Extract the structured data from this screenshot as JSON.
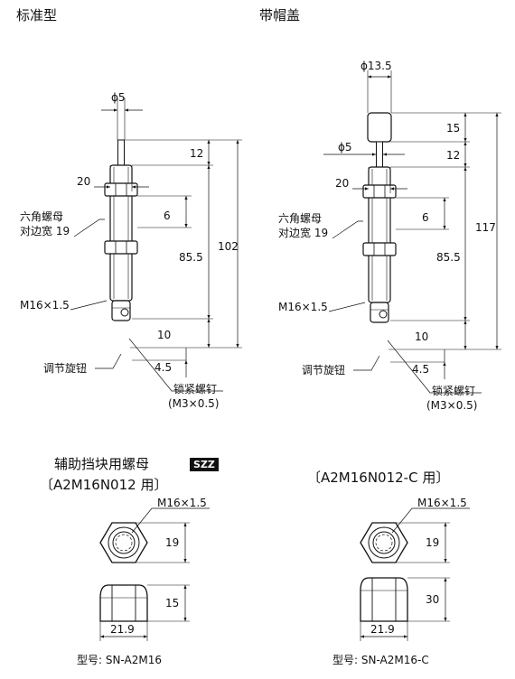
{
  "standard": {
    "title": "标准型",
    "phi5": "ϕ5",
    "d20": "20",
    "d12": "12",
    "d6": "6",
    "d85_5": "85.5",
    "d102": "102",
    "d10": "10",
    "d4_5": "4.5",
    "hex_nut_l1": "六角螺母",
    "hex_nut_l2": "对边宽 19",
    "thread": "M16×1.5",
    "adjust_knob": "调节旋钮",
    "lock_screw_l1": "锁紧螺钉",
    "lock_screw_l2": "(M3×0.5)"
  },
  "capped": {
    "title": "带帽盖",
    "phi13_5": "ϕ13.5",
    "phi5": "ϕ5",
    "d15": "15",
    "d12": "12",
    "d20": "20",
    "d6": "6",
    "d117": "117",
    "d85_5": "85.5",
    "d10": "10",
    "d4_5": "4.5",
    "hex_nut_l1": "六角螺母",
    "hex_nut_l2": "对边宽 19",
    "thread": "M16×1.5",
    "adjust_knob": "调节旋钮",
    "lock_screw_l1": "锁紧螺钉",
    "lock_screw_l2": "(M3×0.5)"
  },
  "nut1": {
    "title_l1": "辅助挡块用螺母",
    "badge": "SZZ",
    "title_l2": "〔A2M16N012 用〕",
    "thread": "M16×1.5",
    "d19": "19",
    "d15": "15",
    "d21_9": "21.9",
    "model": "型号: SN-A2M16"
  },
  "nut2": {
    "title_l2": "〔A2M16N012-C 用〕",
    "thread": "M16×1.5",
    "d19": "19",
    "d30": "30",
    "d21_9": "21.9",
    "model": "型号: SN-A2M16-C"
  }
}
